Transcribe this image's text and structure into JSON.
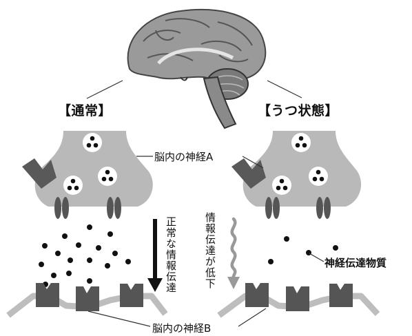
{
  "normal_label": "【通常】",
  "depressed_label": "【うつ状態】",
  "neuron_a_label": "脳内の神経A",
  "neuron_b_label": "脳内の神経B",
  "normal_transmission_label": "正常な情報伝達",
  "reduced_transmission_label": "情報伝達が低下",
  "neurotransmitter_label": "神経伝達物質",
  "colors": {
    "neuron_fill": "#b9b9b9",
    "receptor": "#555555",
    "membrane": "#bdbdbd",
    "dot": "#111111"
  }
}
